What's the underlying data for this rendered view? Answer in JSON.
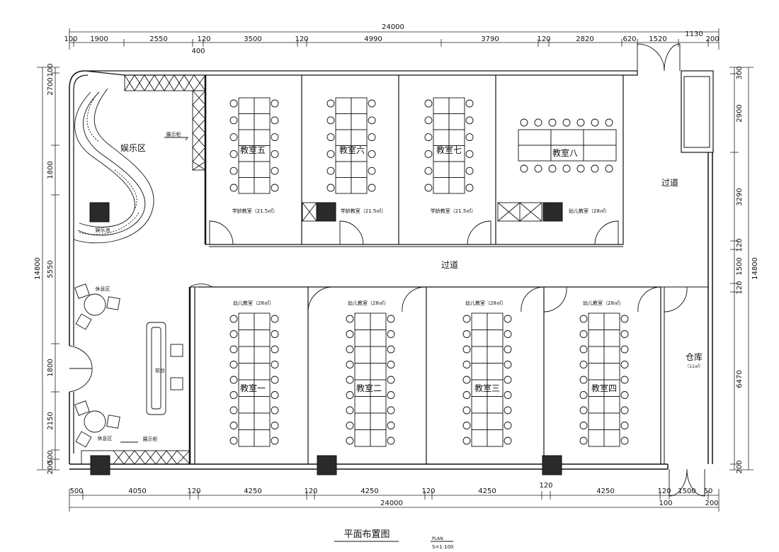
{
  "title": "平面布置图",
  "plan_label": "PLAN",
  "scale": "S=1:100",
  "dims": {
    "top_total": "24000",
    "top_row": [
      "100",
      "1900",
      "2550",
      "120",
      "3500",
      "120",
      "4990",
      "3790",
      "120",
      "2820",
      "620",
      "1520",
      "1130",
      "200"
    ],
    "top_small": "400",
    "bottom_row": [
      "500",
      "4050",
      "120",
      "4250",
      "120",
      "4250",
      "120",
      "4250",
      "120",
      "4250",
      "120",
      "1500",
      "50"
    ],
    "bottom_small": [
      "100",
      "200"
    ],
    "bottom_total": "24000",
    "left_total": "14800",
    "left_row": [
      "100",
      "2700",
      "1800",
      "5550",
      "1800",
      "2150",
      "200",
      "500"
    ],
    "right_total": "14800",
    "right_row": [
      "300",
      "2900",
      "3290",
      "120",
      "1500",
      "120",
      "6470",
      "200"
    ]
  },
  "rooms": {
    "classroom_top": [
      "教室五",
      "教室六",
      "教室七",
      "教室八"
    ],
    "classroom_bottom": [
      "教室一",
      "教室二",
      "教室三",
      "教室四"
    ],
    "school_age": "学龄教室（21.5㎡）",
    "infant": "幼儿教室（28㎡）",
    "corridor": "过道",
    "entertainment": "娱乐区",
    "ball_pool": "娱乐池",
    "display_cabinet": "展示柜",
    "rest_area": "休息区",
    "reception": "前台",
    "storage": "仓库",
    "storage_area": "（11㎡）"
  }
}
